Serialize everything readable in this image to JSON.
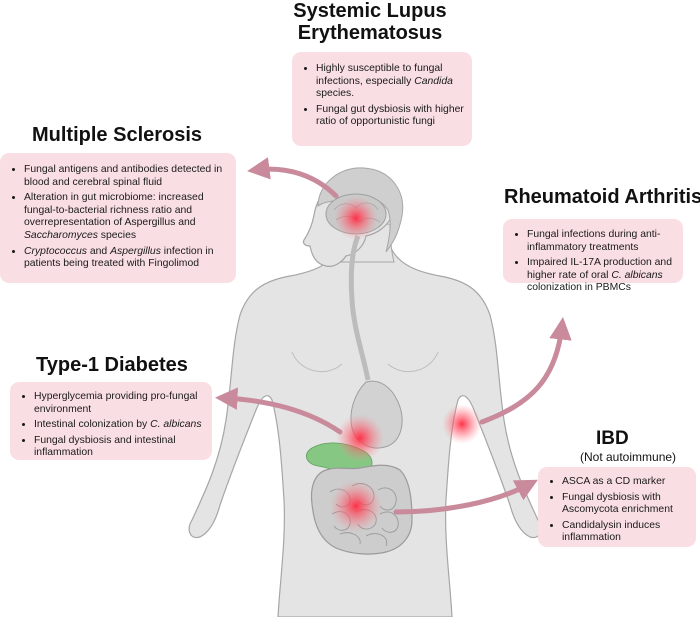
{
  "colors": {
    "box_fill": "#f9dfe4",
    "arrow": "#c98a9c",
    "body_fill": "#e3e3e3",
    "body_stroke": "#a8a8a8",
    "hotspot": "#ff3b4e",
    "gut_green": "#6cbf6a"
  },
  "sle": {
    "title_line1": "Systemic Lupus",
    "title_line2": "Erythematosus",
    "items": [
      [
        {
          "t": "Highly susceptible to fungal infections, especially "
        },
        {
          "t": "Candida",
          "i": true
        },
        {
          "t": " species."
        }
      ],
      [
        {
          "t": "Fungal gut dysbiosis with higher ratio of opportunistic fungi"
        }
      ]
    ]
  },
  "ms": {
    "title": "Multiple Sclerosis",
    "items": [
      [
        {
          "t": "Fungal antigens and antibodies detected in blood and cerebral spinal fluid"
        }
      ],
      [
        {
          "t": "Alteration in gut microbiome: increased fungal-to-bacterial richness ratio and overrepresentation of Aspergillus and "
        },
        {
          "t": "Saccharomyces",
          "i": true
        },
        {
          "t": " species"
        }
      ],
      [
        {
          "t": "Cryptococcus",
          "i": true
        },
        {
          "t": " and "
        },
        {
          "t": "Aspergillus",
          "i": true
        },
        {
          "t": " infection in patients being treated with Fingolimod"
        }
      ]
    ]
  },
  "ra": {
    "title": "Rheumatoid Arthritis",
    "items": [
      [
        {
          "t": "Fungal infections during anti-inflammatory treatments"
        }
      ],
      [
        {
          "t": "Impaired IL-17A production and higher rate of oral "
        },
        {
          "t": "C. albicans",
          "i": true
        },
        {
          "t": " colonization in PBMCs"
        }
      ]
    ]
  },
  "t1d": {
    "title": "Type-1 Diabetes",
    "items": [
      [
        {
          "t": "Hyperglycemia providing pro-fungal environment"
        }
      ],
      [
        {
          "t": "Intestinal colonization by "
        },
        {
          "t": "C. albicans",
          "i": true
        }
      ],
      [
        {
          "t": "Fungal dysbiosis and intestinal inflammation"
        }
      ]
    ]
  },
  "ibd": {
    "title": "IBD",
    "subtitle": "(Not autoimmune)",
    "items": [
      [
        {
          "t": "ASCA as a CD marker"
        }
      ],
      [
        {
          "t": "Fungal dysbiosis with Ascomycota enrichment"
        }
      ],
      [
        {
          "t": "Candidalysin induces inflammation"
        }
      ]
    ]
  }
}
